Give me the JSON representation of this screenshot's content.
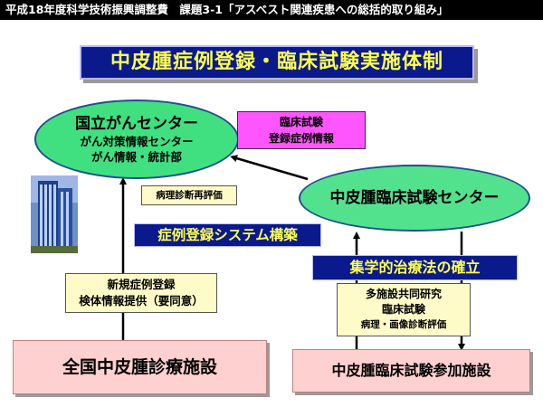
{
  "header": {
    "text": "平成18年度科学技術振興調整費　課題3-1「アスベスト関連疾患への総括的取り組み」"
  },
  "title": "中皮腫症例登録・臨床試験実施体制",
  "ncc": {
    "name": "国立がんセンター",
    "sub1": "がん対策情報センター",
    "sub2": "がん情報・統計部"
  },
  "info_box": {
    "line1": "臨床試験",
    "line2": "登録症例情報"
  },
  "trial_center": "中皮腫臨床試験センター",
  "pathology_box": "病理診断再評価",
  "registry_banner": "症例登録システム構築",
  "therapy_banner": "集学的治療法の確立",
  "new_case_box": {
    "line1": "新規症例登録",
    "line2": "検体情報提供（要同意）"
  },
  "multi_center_box": {
    "line1": "多施設共同研究",
    "line2": "臨床試験",
    "line3": "病理・画像診断評価"
  },
  "national_facilities": "全国中皮腫診療施設",
  "trial_facilities": "中皮腫臨床試験参加施設",
  "colors": {
    "banner_bg": "#0a1a8c",
    "banner_text": "#ffff4d",
    "ellipse_fill": "#40e080",
    "info_box_fill": "#ff55ff",
    "facility_fill": "#ffd0d0",
    "note_fill": "#fffbc8"
  }
}
